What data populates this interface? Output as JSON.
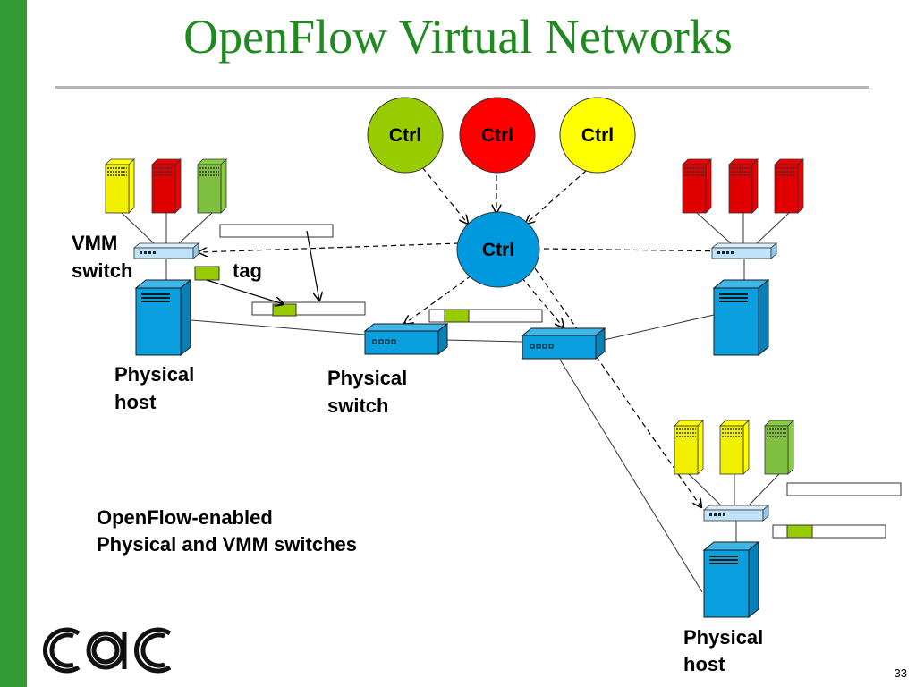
{
  "slide": {
    "title": "OpenFlow Virtual Networks",
    "page_number": "33",
    "logo_text": "cac"
  },
  "controllers": {
    "green": "Ctrl",
    "red": "Ctrl",
    "yellow": "Ctrl",
    "central": "Ctrl"
  },
  "labels": {
    "vmm_switch_line1": "VMM",
    "vmm_switch_line2": "switch",
    "tag": "tag",
    "physical_host_left_line1": "Physical",
    "physical_host_left_line2": "host",
    "physical_switch_line1": "Physical",
    "physical_switch_line2": "switch",
    "openflow_line1": "OpenFlow-enabled",
    "openflow_line2": "Physical and VMM switches",
    "physical_host_bottom_line1": "Physical",
    "physical_host_bottom_line2": "host"
  },
  "colors": {
    "accent_green": "#339933",
    "title_green": "#1f8a1f",
    "ctrl_green": "#99cc00",
    "ctrl_red": "#ff0000",
    "ctrl_yellow": "#ffff00",
    "ctrl_blue": "#0099dd",
    "host_blue": "#0aa0e0",
    "vm_yellow": "#ffff00",
    "vm_red": "#ee0000",
    "vm_green": "#88cc44",
    "tag_green": "#99cc00"
  }
}
